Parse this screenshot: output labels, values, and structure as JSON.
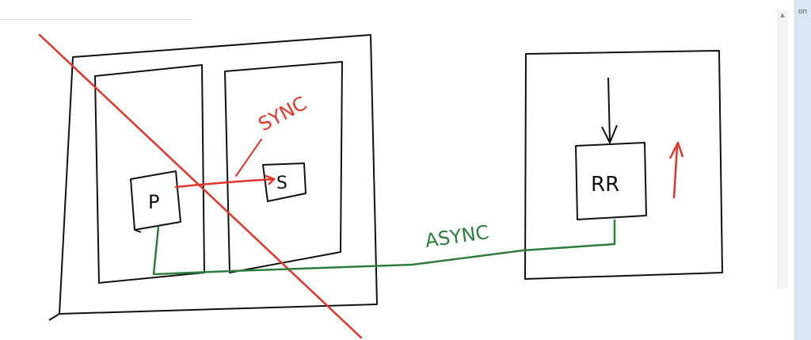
{
  "labels": {
    "sync": "SYNC",
    "async": "ASYNC",
    "p_box": "P",
    "s_box": "S",
    "rr_box": "RR"
  },
  "side_panel": {
    "label": "on"
  },
  "colors": {
    "ink": "#111111",
    "red": "#e0352b",
    "green": "#2e7d3e",
    "panel": "#dbe7f7"
  },
  "icons": {
    "scroll_up": "chevron-up-icon",
    "down_arrow": "arrow-down-icon",
    "up_arrow": "arrow-up-icon"
  }
}
